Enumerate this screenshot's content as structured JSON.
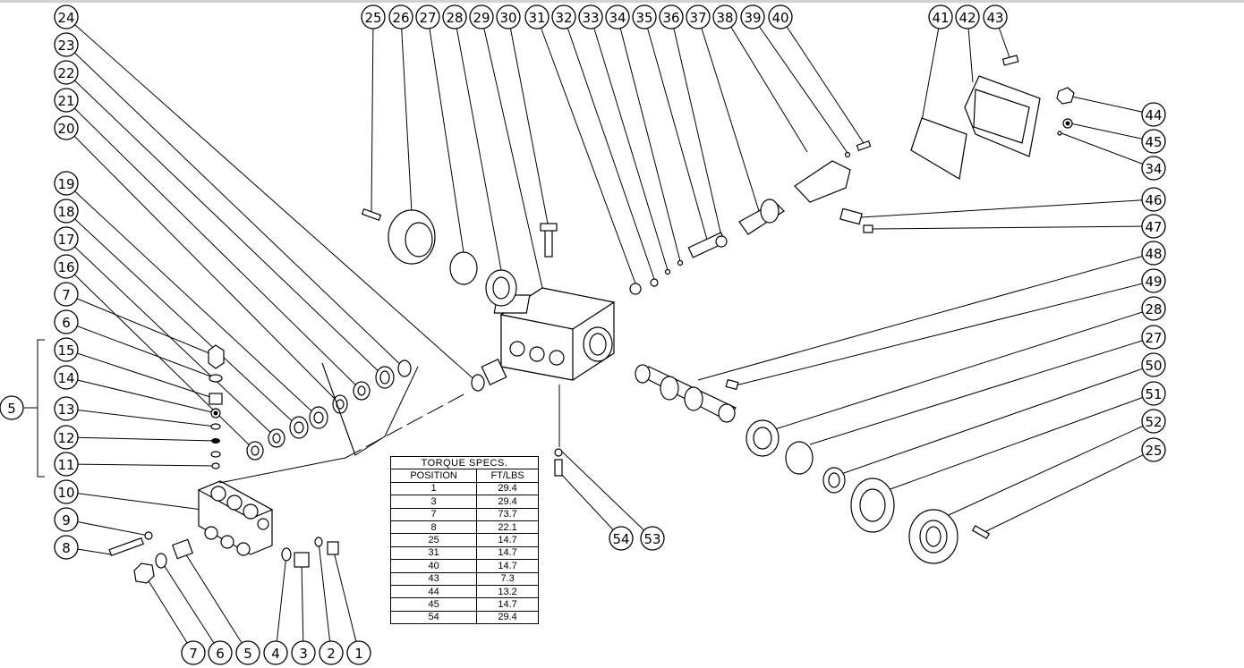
{
  "diagram": {
    "callout_labels": [
      "1",
      "2",
      "3",
      "4",
      "5",
      "6",
      "7",
      "8",
      "9",
      "10",
      "11",
      "12",
      "13",
      "14",
      "15",
      "16",
      "17",
      "18",
      "19",
      "20",
      "21",
      "22",
      "23",
      "24",
      "25",
      "26",
      "27",
      "28",
      "29",
      "30",
      "31",
      "32",
      "33",
      "34",
      "35",
      "36",
      "37",
      "38",
      "39",
      "40",
      "41",
      "42",
      "43",
      "44",
      "45",
      "46",
      "47",
      "48",
      "49",
      "50",
      "51",
      "52",
      "53",
      "54"
    ]
  },
  "torque_table": {
    "title": "TORQUE SPECS.",
    "col_position": "POSITION",
    "col_value": "FT/LBS",
    "rows": [
      {
        "position": "1",
        "value": "29.4"
      },
      {
        "position": "3",
        "value": "29.4"
      },
      {
        "position": "7",
        "value": "73.7"
      },
      {
        "position": "8",
        "value": "22.1"
      },
      {
        "position": "25",
        "value": "14.7"
      },
      {
        "position": "31",
        "value": "14.7"
      },
      {
        "position": "40",
        "value": "14.7"
      },
      {
        "position": "43",
        "value": "7.3"
      },
      {
        "position": "44",
        "value": "13.2"
      },
      {
        "position": "45",
        "value": "14.7"
      },
      {
        "position": "54",
        "value": "29.4"
      }
    ]
  }
}
